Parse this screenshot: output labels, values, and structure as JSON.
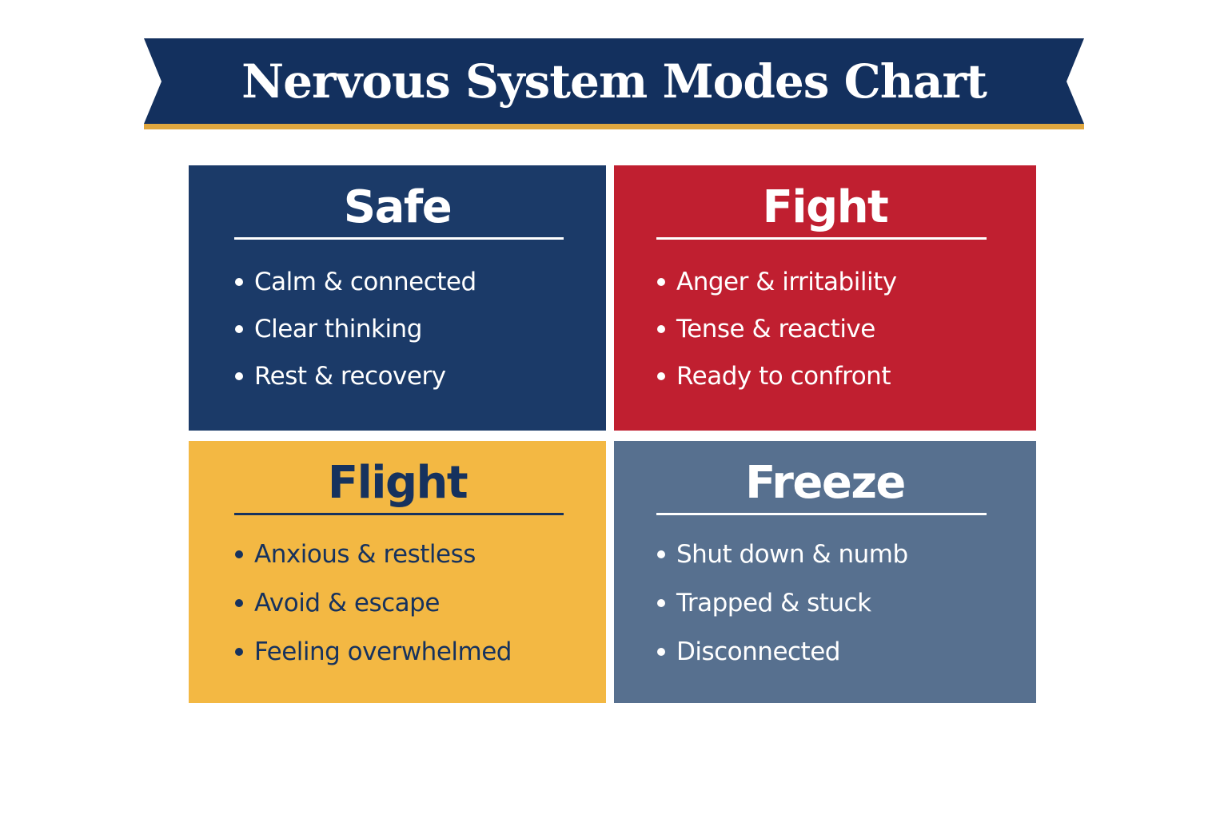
{
  "title": "Nervous System Modes Chart",
  "colors": {
    "banner": "#13305e",
    "banner_accent": "#e0a73f",
    "safe": "#1b3a68",
    "fight": "#c01f30",
    "flight": "#f3b843",
    "freeze": "#57708f",
    "dark_text": "#16325e",
    "light_text": "#ffffff"
  },
  "modes": [
    {
      "name": "Safe",
      "items": [
        "Calm & connected",
        "Clear thinking",
        "Rest & recovery"
      ]
    },
    {
      "name": "Fight",
      "items": [
        "Anger & irritability",
        "Tense & reactive",
        "Ready to confront"
      ]
    },
    {
      "name": "Flight",
      "items": [
        "Anxious & restless",
        "Avoid & escape",
        "Feeling overwhelmed"
      ]
    },
    {
      "name": "Freeze",
      "items": [
        "Shut down & numb",
        "Trapped & stuck",
        "Disconnected"
      ]
    }
  ]
}
